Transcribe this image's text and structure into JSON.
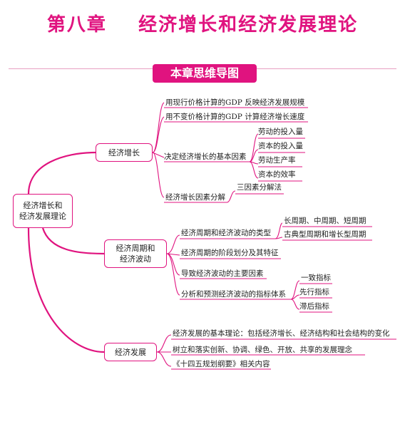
{
  "title": "第八章    经济增长和经济发展理论",
  "banner": "本章思维导图",
  "root": "经济增长和经济发展理论",
  "root_lines": [
    "经济增长和",
    "经济发展理论"
  ],
  "branch1": {
    "label": "经济增长",
    "items": {
      "i1": "用现行价格计算的GDP 反映经济发展规模",
      "i2": "用不变价格计算的GDP 计算经济增长速度",
      "i3": "决定经济增长的基本因素",
      "i4": "经济增长因素分解"
    },
    "factors": [
      "劳动的投入量",
      "资本的投入量",
      "劳动生产率",
      "资本的效率"
    ],
    "decomp": "三因素分解法"
  },
  "branch2": {
    "label_lines": [
      "经济周期和",
      "经济波动"
    ],
    "items": {
      "i1": "经济周期和经济波动的类型",
      "i2": "经济周期的阶段划分及其特征",
      "i3": "导致经济波动的主要因素",
      "i4": "分析和预测经济波动的指标体系"
    },
    "types": [
      "长周期、中周期、短周期",
      "古典型周期和增长型周期"
    ],
    "indicators": [
      "一致指标",
      "先行指标",
      "滞后指标"
    ]
  },
  "branch3": {
    "label": "经济发展",
    "items": {
      "i1": "经济发展的基本理论：包括经济增长、经济结构和社会结构的变化",
      "i2": "树立和落实创新、协调、绿色、开放、共享的发展理念",
      "i3": "《十四五规划纲要》相关内容"
    }
  },
  "colors": {
    "accent": "#e0137f",
    "line": "#e0137f",
    "text": "#222222"
  }
}
